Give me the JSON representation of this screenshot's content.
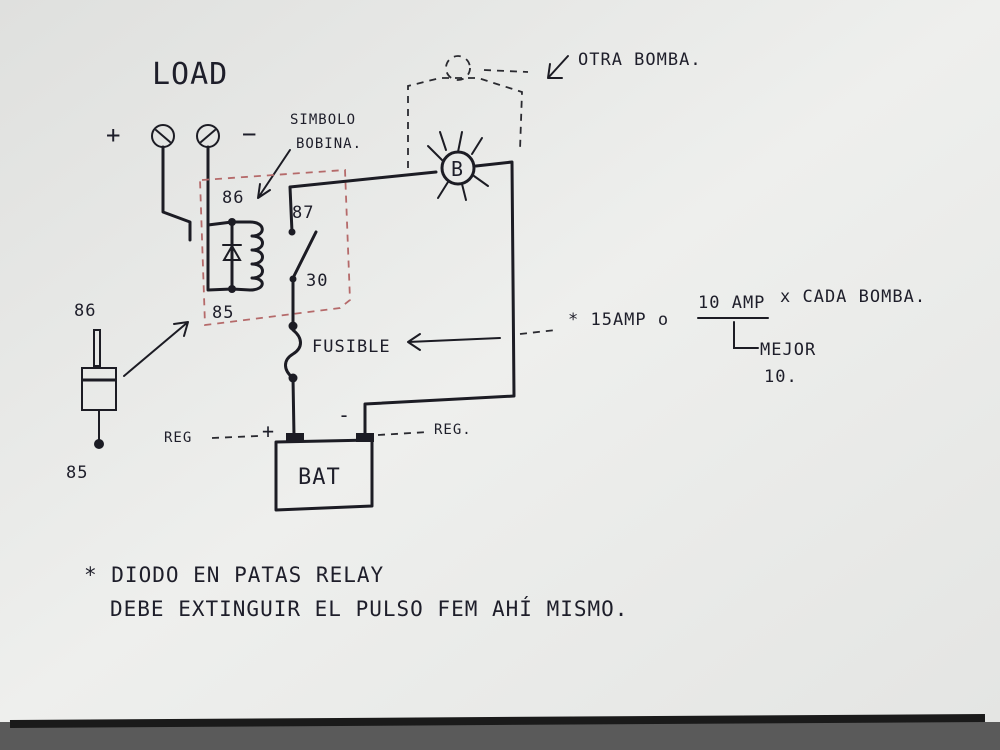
{
  "labels": {
    "load": "LOAD",
    "plus": "+",
    "minus": "−",
    "simbolo": "SIMBOLO",
    "bobina": "BOBINA.",
    "otra_bomba": "OTRA BOMBA.",
    "pin_86": "86",
    "pin_87": "87",
    "pin_30": "30",
    "pin_85": "85",
    "side_86": "86",
    "side_85": "85",
    "fusible": "FUSIBLE",
    "pump": "B",
    "amp_note_a": "* 15AMP o",
    "amp_note_b": "10 AMP",
    "amp_note_c": "x CADA BOMBA.",
    "mejor": "MEJOR",
    "mejor_val": "10.",
    "reg_left": "REG",
    "reg_right": "REG.",
    "bat_plus": "+",
    "bat_minus": "-",
    "bat": "BAT",
    "note_line1": "* DIODO EN PATAS RELAY",
    "note_line2": "DEBE EXTINGUIR EL PULSO FEM AHÍ MISMO."
  },
  "colors": {
    "paper": "#ecedeb",
    "ink": "#1e1e2a",
    "red_box": "#b56a6a"
  }
}
